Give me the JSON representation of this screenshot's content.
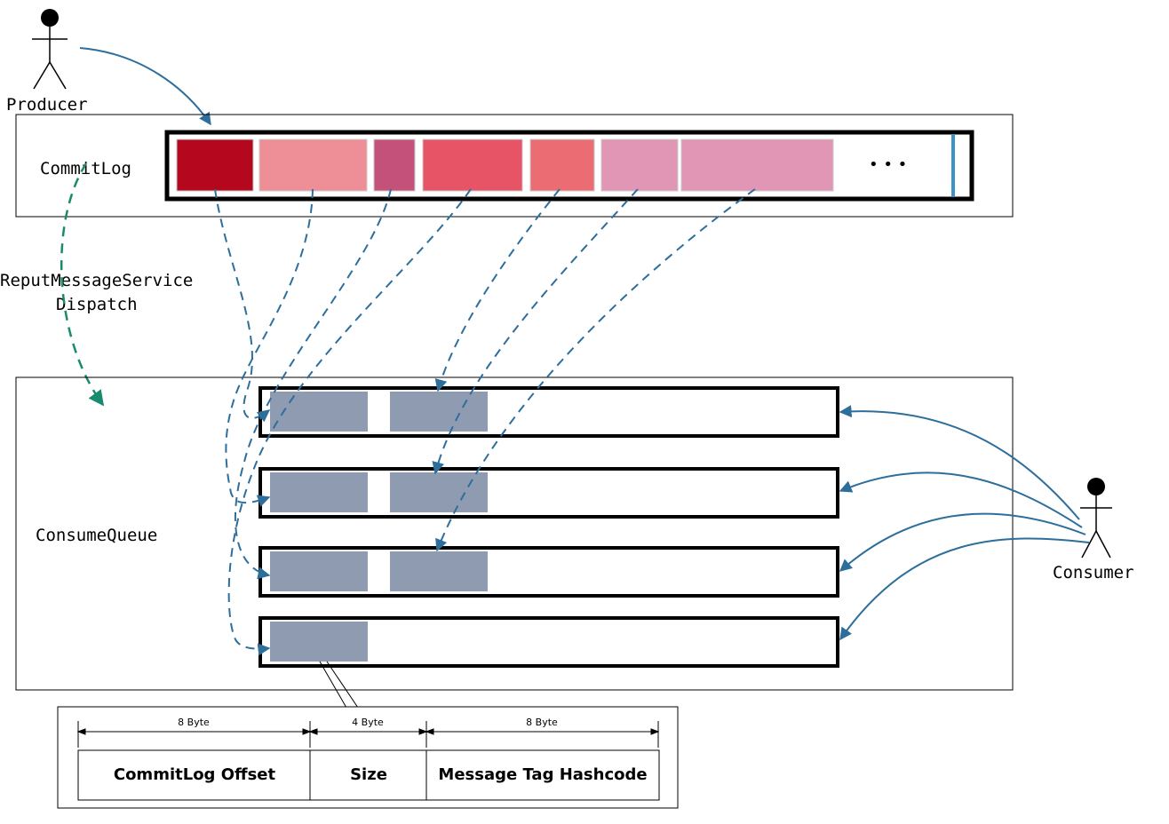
{
  "actors": {
    "producer": "Producer",
    "consumer": "Consumer"
  },
  "commitlog": {
    "label": "CommitLog",
    "ellipsis": "• • •",
    "blocks": [
      {
        "color": "#b5081e"
      },
      {
        "color": "#ee8e96"
      },
      {
        "color": "#c4517a"
      },
      {
        "color": "#e65466"
      },
      {
        "color": "#eb6c72"
      },
      {
        "color": "#e196b5"
      },
      {
        "color": "#e196b5"
      }
    ],
    "cursor_color": "#3c92c9"
  },
  "dispatch": {
    "line1": "ReputMessageService",
    "line2": "Dispatch",
    "arrow_color": "#1a8a6e"
  },
  "consumequeue": {
    "label": "ConsumeQueue",
    "entry_color": "#8e9bb1",
    "queues": [
      {
        "entries": 2
      },
      {
        "entries": 2
      },
      {
        "entries": 2
      },
      {
        "entries": 1
      }
    ]
  },
  "entry_format": {
    "fields": [
      {
        "name": "CommitLog Offset",
        "size": "8 Byte"
      },
      {
        "name": "Size",
        "size": "4 Byte"
      },
      {
        "name": "Message Tag Hashcode",
        "size": "8 Byte"
      }
    ]
  },
  "colors": {
    "arrow": "#2d6e9b",
    "border": "#000000"
  }
}
